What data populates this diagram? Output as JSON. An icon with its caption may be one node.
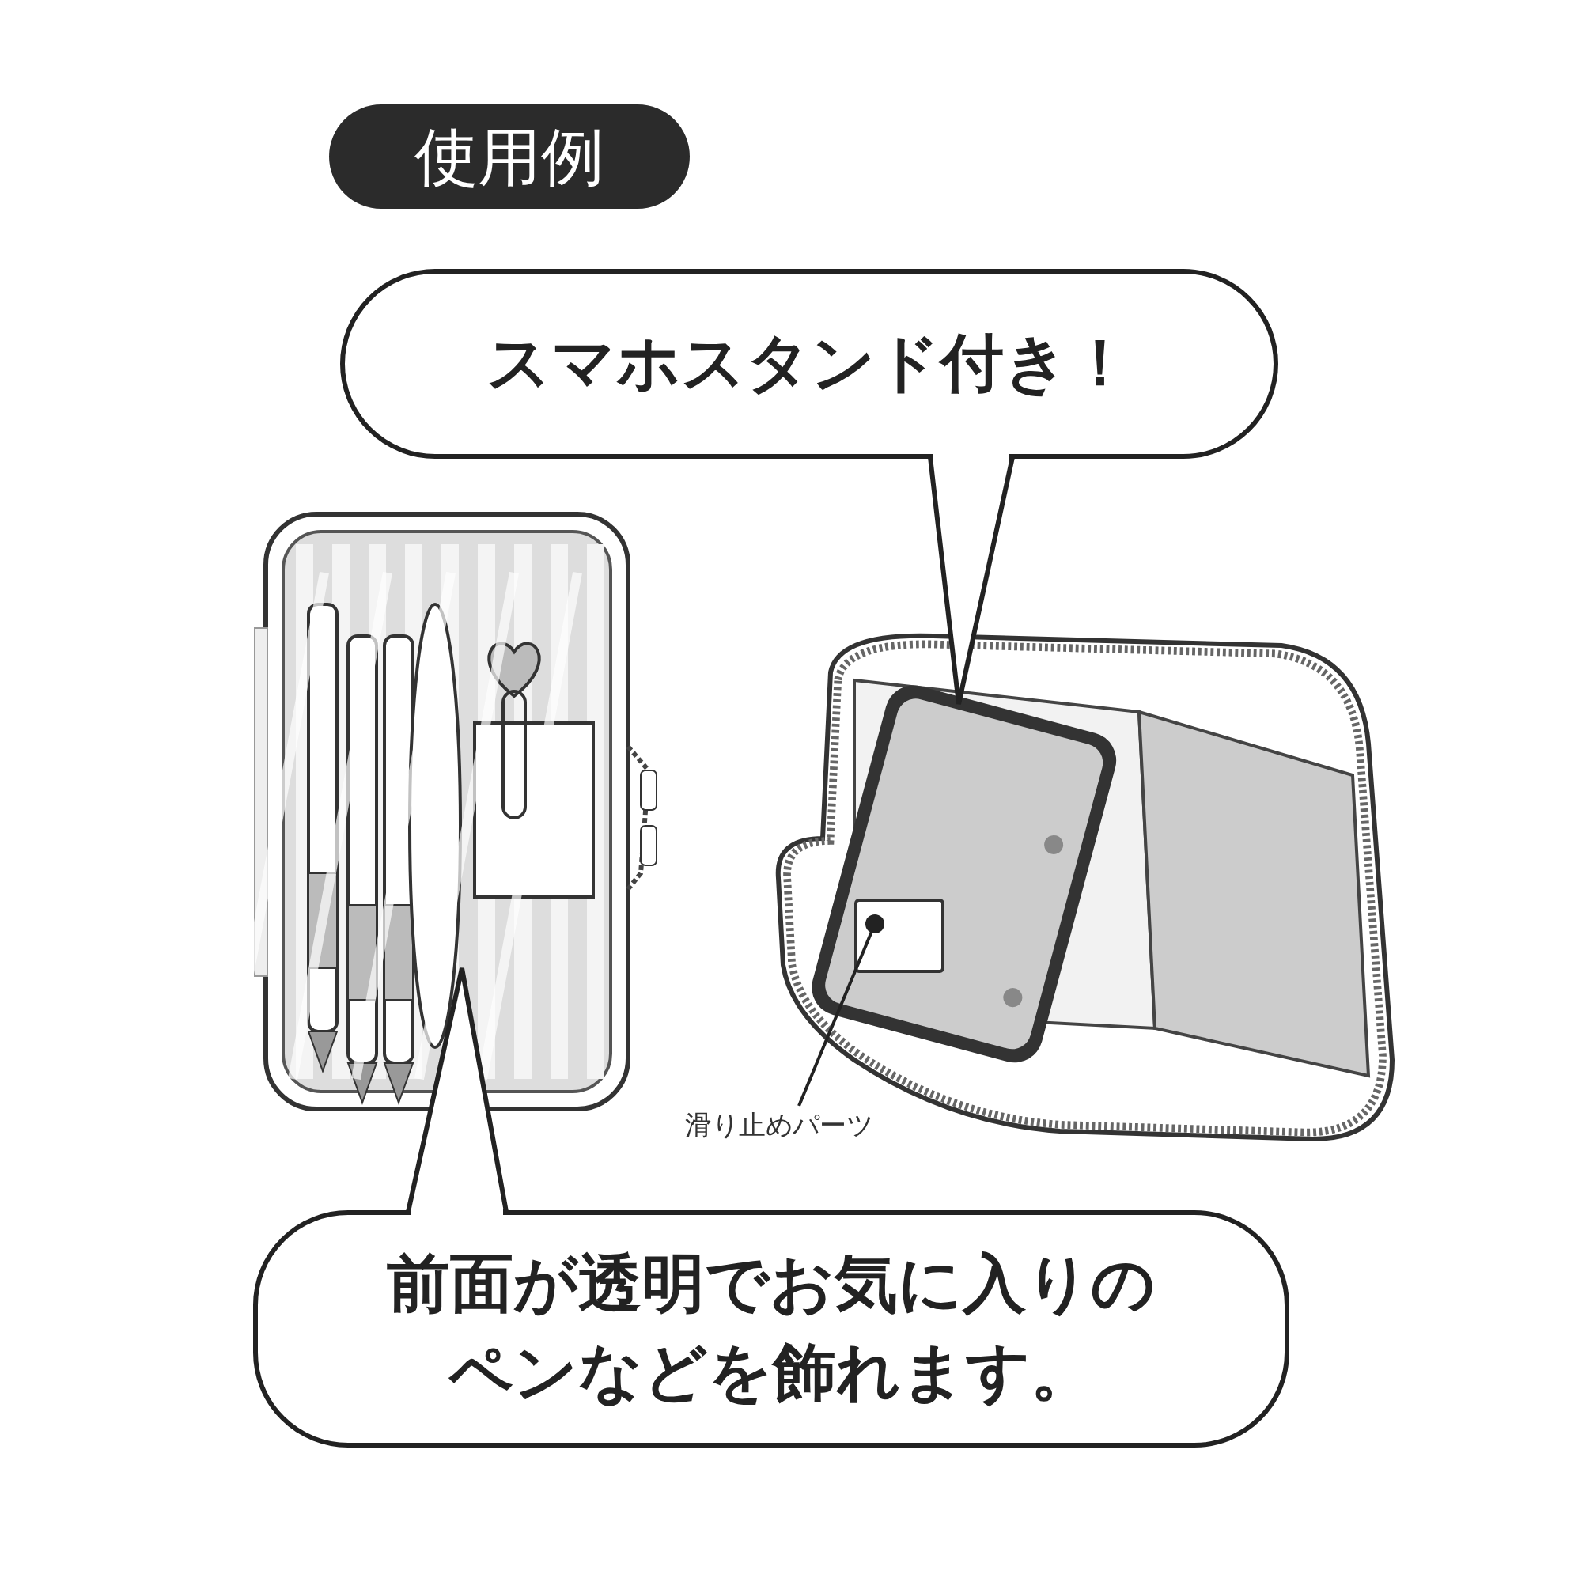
{
  "diagram": {
    "title": "使用例",
    "nodes": [
      {
        "text": [
          "スマホスタンド付き！"
        ]
      },
      {
        "text": [],
        "shape": "picture"
      },
      {
        "text": [],
        "shape": "picture"
      },
      {
        "text": [
          "前面が透明でお気に入りのペンなどを飾れます。"
        ]
      },
      {
        "text": [
          "滑り止めパーツ"
        ]
      },
      {
        "text": [],
        "shape": "box",
        "in": 2
      }
    ],
    "edges": [
      {
        "from": 0,
        "to": 2,
        "arrow": "none"
      },
      {
        "from": 3,
        "to": 1,
        "arrow": "none"
      },
      {
        "from": 4,
        "to": 5,
        "arrow": "other"
      }
    ]
  }
}
